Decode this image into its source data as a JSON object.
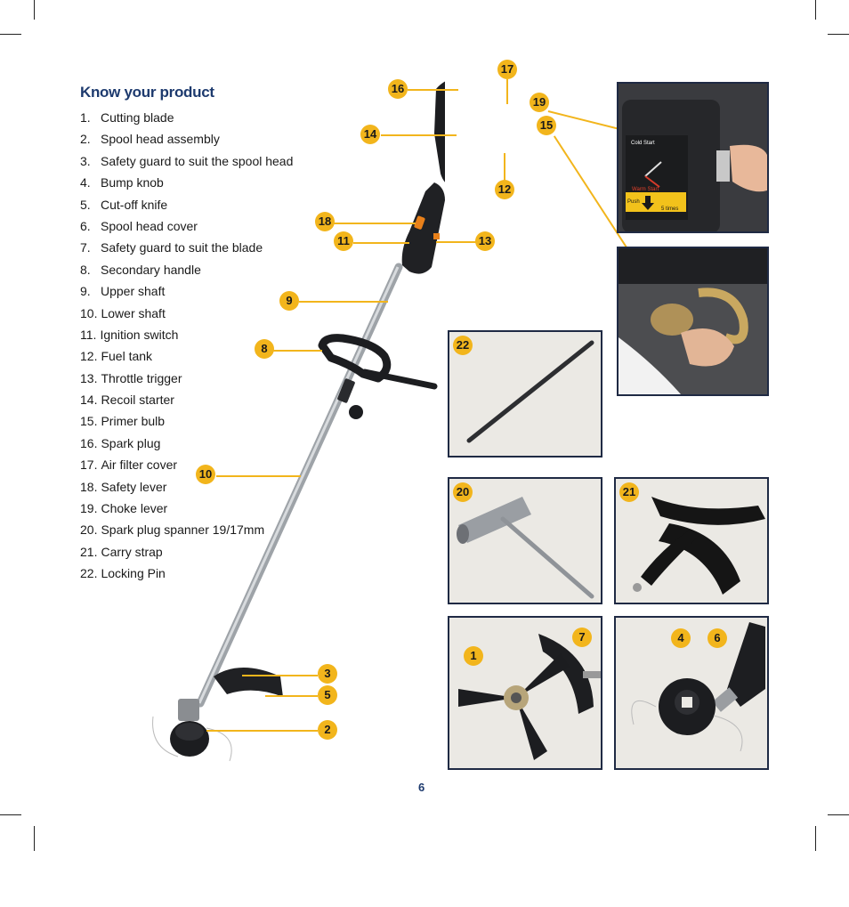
{
  "title": "Know your product",
  "page_number": "6",
  "parts": [
    {
      "num": "1.",
      "label": "Cutting blade"
    },
    {
      "num": "2.",
      "label": "Spool head assembly"
    },
    {
      "num": "3.",
      "label": "Safety guard to suit the spool head"
    },
    {
      "num": "4.",
      "label": "Bump knob"
    },
    {
      "num": "5.",
      "label": "Cut-off knife"
    },
    {
      "num": "6.",
      "label": "Spool head cover"
    },
    {
      "num": "7.",
      "label": "Safety guard to suit the blade"
    },
    {
      "num": "8.",
      "label": "Secondary handle"
    },
    {
      "num": "9.",
      "label": "Upper shaft"
    },
    {
      "num": "10.",
      "label": "Lower shaft"
    },
    {
      "num": "11.",
      "label": "Ignition switch"
    },
    {
      "num": "12.",
      "label": "Fuel tank"
    },
    {
      "num": "13.",
      "label": "Throttle trigger"
    },
    {
      "num": "14.",
      "label": "Recoil starter"
    },
    {
      "num": "15.",
      "label": "Primer bulb"
    },
    {
      "num": "16.",
      "label": "Spark plug"
    },
    {
      "num": "17.",
      "label": "Air filter cover"
    },
    {
      "num": "18.",
      "label": "Safety lever"
    },
    {
      "num": "19.",
      "label": "Choke lever"
    },
    {
      "num": "20.",
      "label": "Spark plug spanner 19/17mm"
    },
    {
      "num": "21.",
      "label": "Carry strap"
    },
    {
      "num": "22.",
      "label": "Locking Pin"
    }
  ],
  "callouts": {
    "c1": "1",
    "c2": "2",
    "c3": "3",
    "c4": "4",
    "c5": "5",
    "c6": "6",
    "c7": "7",
    "c8": "8",
    "c9": "9",
    "c10": "10",
    "c11": "11",
    "c12": "12",
    "c13": "13",
    "c14": "14",
    "c15": "15",
    "c16": "16",
    "c17": "17",
    "c18": "18",
    "c19": "19",
    "c20": "20",
    "c21": "21",
    "c22": "22"
  },
  "choke_photo": {
    "cold_start": "Cold Start",
    "warm_start": "Warm Start",
    "push": "Push",
    "times": "5 times"
  },
  "colors": {
    "accent": "#f2b51c",
    "heading": "#1d3a6e",
    "frame": "#1f2a44"
  }
}
